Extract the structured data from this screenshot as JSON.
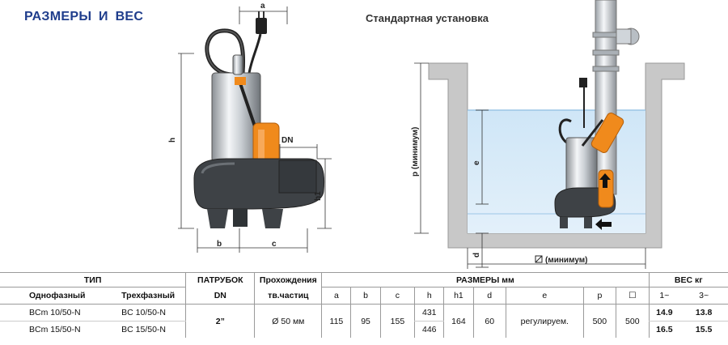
{
  "header": {
    "title": "РАЗМЕРЫ И ВЕС",
    "subtitle": "Стандартная установка"
  },
  "left_figure_labels": {
    "a": "a",
    "dn": "DN",
    "h": "h",
    "h1": "h1",
    "b": "b",
    "c": "c"
  },
  "right_figure_labels": {
    "p": "p (минимум)",
    "e": "e",
    "d": "d",
    "min": "(минимум)"
  },
  "colors": {
    "title_blue": "#1f3d8c",
    "water": "#d6e9f7",
    "pump_orange": "#f08a1c",
    "pump_dark": "#4a4a4a",
    "wall_gray": "#c8c8c8"
  },
  "table": {
    "group_headers": {
      "tip": "ТИП",
      "patrubok": "ПАТРУБОК",
      "prokhozhdenie": "Прохождения",
      "sizes": "РАЗМЕРЫ мм",
      "weight": "ВЕС кг"
    },
    "sub_headers": {
      "single": "Однофазный",
      "three": "Трехфазный",
      "dn": "DN",
      "particles": "тв.частиц",
      "a": "a",
      "b": "b",
      "c": "c",
      "h": "h",
      "h1": "h1",
      "d": "d",
      "e": "e",
      "p": "p",
      "sq": "☐",
      "w1": "1~",
      "w3": "3~"
    },
    "rows": [
      {
        "single": "BCm 10/50-N",
        "three": "BC 10/50-N",
        "h": "431",
        "w1": "14.9",
        "w3": "13.8"
      },
      {
        "single": "BCm 15/50-N",
        "three": "BC 15/50-N",
        "h": "446",
        "w1": "16.5",
        "w3": "15.5"
      }
    ],
    "shared": {
      "dn": "2”",
      "particles": "Ø 50 мм",
      "a": "115",
      "b": "95",
      "c": "155",
      "h1": "164",
      "d": "60",
      "e": "регулируем.",
      "p": "500",
      "sq": "500"
    }
  }
}
